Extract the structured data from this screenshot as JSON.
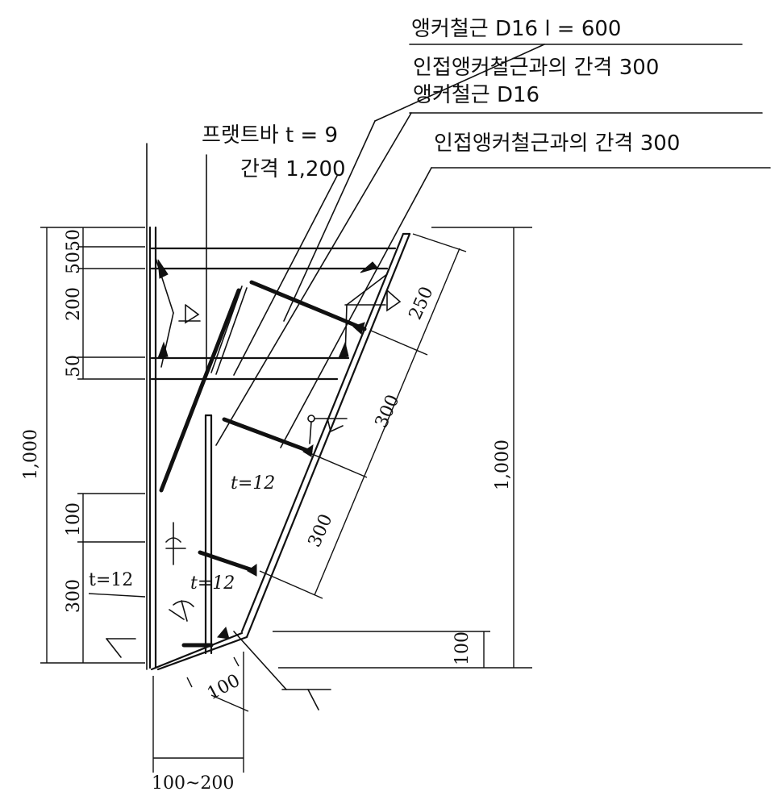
{
  "callouts": {
    "anchor_bar_top": "앵커철근 D16 l = 600",
    "spacing_top": "인접앵커철근과의 간격 300",
    "anchor_bar_mid": "앵커철근 D16",
    "flat_bar": "프랫트바 t = 9",
    "flat_bar_spacing": "간격 1,200",
    "spacing_mid": "인접앵커철근과의 간격 300"
  },
  "plate_labels": {
    "plate_1": "t=12",
    "plate_2": "t=12",
    "plate_3": "t=12"
  },
  "dimensions": {
    "left_total": "1,000",
    "left_50_a": "50",
    "left_50_b": "50",
    "left_200": "200",
    "left_50_c": "50",
    "left_100": "100",
    "left_300": "300",
    "right_total": "1,000",
    "right_100": "100",
    "slope_250": "250",
    "slope_300_a": "300",
    "slope_300_b": "300",
    "bottom_100": "100",
    "bottom_range": "100~200"
  }
}
